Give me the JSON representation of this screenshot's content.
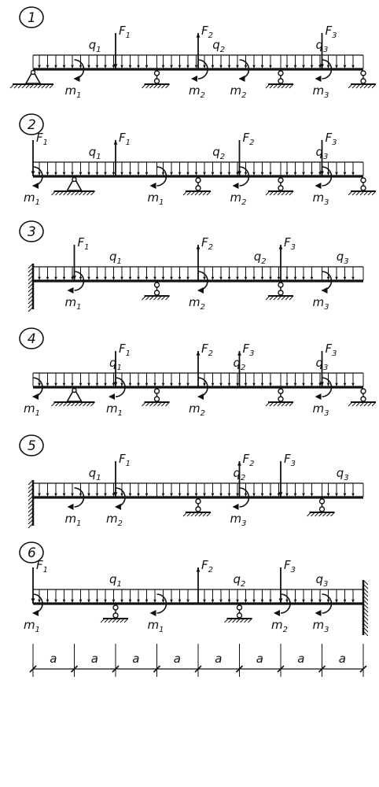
{
  "title": "",
  "dimension_label": "a",
  "colors": {
    "ink": "#111111",
    "paper": "#ffffff"
  },
  "schemes": [
    {
      "number": "1",
      "loads": [
        {
          "kind": "dist",
          "label": "q",
          "sub": "1",
          "from": 0,
          "to": 3
        },
        {
          "kind": "dist",
          "label": "q",
          "sub": "2",
          "from": 3,
          "to": 6
        },
        {
          "kind": "dist",
          "label": "q",
          "sub": "3",
          "from": 6,
          "to": 8
        },
        {
          "kind": "force",
          "label": "F",
          "sub": "1",
          "at": 2,
          "dir": "down"
        },
        {
          "kind": "force",
          "label": "F",
          "sub": "2",
          "at": 4,
          "dir": "up"
        },
        {
          "kind": "force",
          "label": "F",
          "sub": "3",
          "at": 7,
          "dir": "down"
        },
        {
          "kind": "moment",
          "label": "m",
          "sub": "1",
          "at": 1,
          "dir": "ccw"
        },
        {
          "kind": "moment",
          "label": "m",
          "sub": "2",
          "at": 4,
          "dir": "cw"
        },
        {
          "kind": "moment",
          "label": "m",
          "sub": "2",
          "at": 5,
          "dir": "ccw"
        },
        {
          "kind": "moment",
          "label": "m",
          "sub": "3",
          "at": 7,
          "dir": "cw"
        }
      ],
      "supports": [
        {
          "type": "pin",
          "at": 0
        },
        {
          "type": "roller",
          "at": 3
        },
        {
          "type": "roller",
          "at": 6
        },
        {
          "type": "roller",
          "at": 8
        }
      ]
    },
    {
      "number": "2",
      "loads": [
        {
          "kind": "dist",
          "label": "q",
          "sub": "1",
          "from": 0,
          "to": 3
        },
        {
          "kind": "dist",
          "label": "q",
          "sub": "2",
          "from": 3,
          "to": 6
        },
        {
          "kind": "dist",
          "label": "q",
          "sub": "3",
          "from": 6,
          "to": 8
        },
        {
          "kind": "force",
          "label": "F",
          "sub": "1",
          "at": 0,
          "dir": "down"
        },
        {
          "kind": "force",
          "label": "F",
          "sub": "1",
          "at": 2,
          "dir": "up"
        },
        {
          "kind": "force",
          "label": "F",
          "sub": "2",
          "at": 5,
          "dir": "down"
        },
        {
          "kind": "force",
          "label": "F",
          "sub": "3",
          "at": 7,
          "dir": "down"
        },
        {
          "kind": "moment",
          "label": "m",
          "sub": "1",
          "at": 0,
          "dir": "ccw"
        },
        {
          "kind": "moment",
          "label": "m",
          "sub": "1",
          "at": 3,
          "dir": "cw"
        },
        {
          "kind": "moment",
          "label": "m",
          "sub": "2",
          "at": 5,
          "dir": "cw"
        },
        {
          "kind": "moment",
          "label": "m",
          "sub": "3",
          "at": 7,
          "dir": "cw"
        }
      ],
      "supports": [
        {
          "type": "pin",
          "at": 1
        },
        {
          "type": "roller",
          "at": 4
        },
        {
          "type": "roller",
          "at": 6
        },
        {
          "type": "roller",
          "at": 8
        }
      ]
    },
    {
      "number": "3",
      "loads": [
        {
          "kind": "dist",
          "label": "q",
          "sub": "1",
          "from": 0,
          "to": 4
        },
        {
          "kind": "dist",
          "label": "q",
          "sub": "2",
          "from": 4,
          "to": 7
        },
        {
          "kind": "dist",
          "label": "q",
          "sub": "3",
          "from": 7,
          "to": 8
        },
        {
          "kind": "force",
          "label": "F",
          "sub": "1",
          "at": 1,
          "dir": "down"
        },
        {
          "kind": "force",
          "label": "F",
          "sub": "2",
          "at": 4,
          "dir": "up"
        },
        {
          "kind": "force",
          "label": "F",
          "sub": "3",
          "at": 6,
          "dir": "up"
        },
        {
          "kind": "moment",
          "label": "m",
          "sub": "1",
          "at": 1,
          "dir": "cw"
        },
        {
          "kind": "moment",
          "label": "m",
          "sub": "2",
          "at": 4,
          "dir": "ccw"
        },
        {
          "kind": "moment",
          "label": "m",
          "sub": "3",
          "at": 7,
          "dir": "ccw"
        }
      ],
      "supports": [
        {
          "type": "wall",
          "at": 0
        },
        {
          "type": "roller",
          "at": 3
        },
        {
          "type": "roller",
          "at": 6
        }
      ]
    },
    {
      "number": "4",
      "loads": [
        {
          "kind": "dist",
          "label": "q",
          "sub": "1",
          "from": 0,
          "to": 4
        },
        {
          "kind": "dist",
          "label": "q",
          "sub": "2",
          "from": 4,
          "to": 6
        },
        {
          "kind": "dist",
          "label": "q",
          "sub": "3",
          "from": 6,
          "to": 8
        },
        {
          "kind": "force",
          "label": "F",
          "sub": "1",
          "at": 2,
          "dir": "down"
        },
        {
          "kind": "force",
          "label": "F",
          "sub": "2",
          "at": 4,
          "dir": "up"
        },
        {
          "kind": "force",
          "label": "F",
          "sub": "3",
          "at": 5,
          "dir": "up"
        },
        {
          "kind": "force",
          "label": "F",
          "sub": "3",
          "at": 7,
          "dir": "down"
        },
        {
          "kind": "moment",
          "label": "m",
          "sub": "1",
          "at": 0,
          "dir": "ccw"
        },
        {
          "kind": "moment",
          "label": "m",
          "sub": "1",
          "at": 2,
          "dir": "cw"
        },
        {
          "kind": "moment",
          "label": "m",
          "sub": "2",
          "at": 4,
          "dir": "ccw"
        },
        {
          "kind": "moment",
          "label": "m",
          "sub": "3",
          "at": 7,
          "dir": "cw"
        }
      ],
      "supports": [
        {
          "type": "pin",
          "at": 1
        },
        {
          "type": "roller",
          "at": 3
        },
        {
          "type": "roller",
          "at": 6
        },
        {
          "type": "roller",
          "at": 8
        }
      ]
    },
    {
      "number": "5",
      "loads": [
        {
          "kind": "dist",
          "label": "q",
          "sub": "1",
          "from": 0,
          "to": 3
        },
        {
          "kind": "dist",
          "label": "q",
          "sub": "2",
          "from": 3,
          "to": 7
        },
        {
          "kind": "dist",
          "label": "q",
          "sub": "3",
          "from": 7,
          "to": 8
        },
        {
          "kind": "force",
          "label": "F",
          "sub": "1",
          "at": 2,
          "dir": "down"
        },
        {
          "kind": "force",
          "label": "F",
          "sub": "2",
          "at": 5,
          "dir": "up"
        },
        {
          "kind": "force",
          "label": "F",
          "sub": "3",
          "at": 6,
          "dir": "down"
        },
        {
          "kind": "moment",
          "label": "m",
          "sub": "1",
          "at": 1,
          "dir": "cw"
        },
        {
          "kind": "moment",
          "label": "m",
          "sub": "2",
          "at": 2,
          "dir": "ccw"
        },
        {
          "kind": "moment",
          "label": "m",
          "sub": "3",
          "at": 5,
          "dir": "cw"
        }
      ],
      "supports": [
        {
          "type": "wall",
          "at": 0
        },
        {
          "type": "roller",
          "at": 4
        },
        {
          "type": "roller",
          "at": 7
        }
      ]
    },
    {
      "number": "6",
      "loads": [
        {
          "kind": "dist",
          "label": "q",
          "sub": "1",
          "from": 0,
          "to": 4
        },
        {
          "kind": "dist",
          "label": "q",
          "sub": "2",
          "from": 4,
          "to": 6
        },
        {
          "kind": "dist",
          "label": "q",
          "sub": "3",
          "from": 6,
          "to": 8
        },
        {
          "kind": "force",
          "label": "F",
          "sub": "1",
          "at": 0,
          "dir": "down"
        },
        {
          "kind": "force",
          "label": "F",
          "sub": "2",
          "at": 4,
          "dir": "up"
        },
        {
          "kind": "force",
          "label": "F",
          "sub": "3",
          "at": 6,
          "dir": "down"
        },
        {
          "kind": "moment",
          "label": "m",
          "sub": "1",
          "at": 0,
          "dir": "ccw"
        },
        {
          "kind": "moment",
          "label": "m",
          "sub": "1",
          "at": 3,
          "dir": "cw"
        },
        {
          "kind": "moment",
          "label": "m",
          "sub": "2",
          "at": 6,
          "dir": "cw"
        },
        {
          "kind": "moment",
          "label": "m",
          "sub": "3",
          "at": 7,
          "dir": "cw"
        }
      ],
      "supports": [
        {
          "type": "roller",
          "at": 2
        },
        {
          "type": "roller",
          "at": 5
        },
        {
          "type": "wall-right",
          "at": 8
        }
      ]
    }
  ]
}
